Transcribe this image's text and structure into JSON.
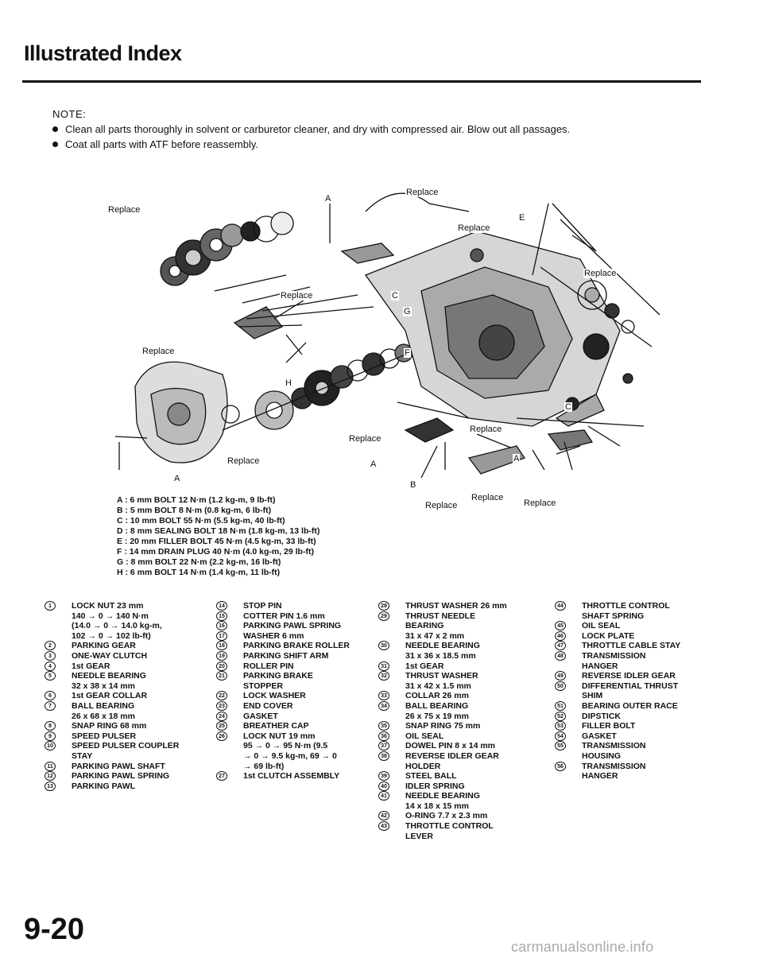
{
  "header": {
    "title": "Illustrated Index"
  },
  "note": {
    "heading": "NOTE:",
    "items": [
      "Clean all parts thoroughly in solvent or carburetor cleaner, and dry with compressed air. Blow out all passages.",
      "Coat all parts with ATF before reassembly."
    ]
  },
  "diagram": {
    "labels": {
      "replace_tl": "Replace",
      "replace_top": "Replace",
      "replace_mid": "Replace",
      "replace_15": "Replace",
      "replace_right": "Replace",
      "replace_left": "Replace",
      "replace_bl": "Replace",
      "replace_center": "Replace",
      "replace_42": "Replace",
      "replace_b1": "Replace",
      "replace_b2": "Replace",
      "replace_b3": "Replace",
      "letter_a_top": "A",
      "letter_a_left": "A",
      "letter_a_mid": "A",
      "letter_a_right": "A",
      "letter_b": "B",
      "letter_c1": "C",
      "letter_c2": "C",
      "letter_e": "E",
      "letter_f": "F",
      "letter_g": "G",
      "letter_h": "H"
    }
  },
  "bolts": [
    "A : 6 mm BOLT 12 N·m (1.2 kg-m, 9 lb-ft)",
    "B : 5 mm BOLT 8 N·m (0.8 kg-m, 6 lb-ft)",
    "C : 10 mm BOLT 55 N·m (5.5 kg-m, 40 lb-ft)",
    "D : 8 mm SEALING BOLT 18 N·m (1.8 kg-m, 13 lb-ft)",
    "E : 20 mm FILLER BOLT 45 N·m (4.5 kg-m, 33 lb-ft)",
    "F : 14 mm DRAIN PLUG 40 N·m (4.0 kg-m, 29 lb-ft)",
    "G : 8 mm BOLT 22 N·m (2.2 kg-m, 16 lb-ft)",
    "H : 6 mm BOLT 14 N·m (1.4 kg-m, 11 lb-ft)"
  ],
  "parts": {
    "col1": [
      {
        "n": "1",
        "t": "LOCK NUT 23 mm\n140 → 0 → 140 N·m\n(14.0 → 0 → 14.0 kg-m,\n102 → 0 → 102 lb-ft)"
      },
      {
        "n": "2",
        "t": "PARKING GEAR"
      },
      {
        "n": "3",
        "t": "ONE-WAY CLUTCH"
      },
      {
        "n": "4",
        "t": "1st GEAR"
      },
      {
        "n": "5",
        "t": "NEEDLE BEARING\n32 x 38 x 14 mm"
      },
      {
        "n": "6",
        "t": "1st GEAR COLLAR"
      },
      {
        "n": "7",
        "t": "BALL BEARING\n26 x 68 x 18 mm"
      },
      {
        "n": "8",
        "t": "SNAP RING 68 mm"
      },
      {
        "n": "9",
        "t": "SPEED PULSER"
      },
      {
        "n": "10",
        "t": "SPEED PULSER COUPLER\nSTAY"
      },
      {
        "n": "11",
        "t": "PARKING PAWL SHAFT"
      },
      {
        "n": "12",
        "t": "PARKING PAWL SPRING"
      },
      {
        "n": "13",
        "t": "PARKING PAWL"
      }
    ],
    "col2": [
      {
        "n": "14",
        "t": "STOP PIN"
      },
      {
        "n": "15",
        "t": "COTTER PIN 1.6 mm"
      },
      {
        "n": "16",
        "t": "PARKING PAWL SPRING"
      },
      {
        "n": "17",
        "t": "WASHER 6 mm"
      },
      {
        "n": "18",
        "t": "PARKING BRAKE ROLLER"
      },
      {
        "n": "19",
        "t": "PARKING SHIFT ARM"
      },
      {
        "n": "20",
        "t": "ROLLER PIN"
      },
      {
        "n": "21",
        "t": "PARKING BRAKE\nSTOPPER"
      },
      {
        "n": "22",
        "t": "LOCK WASHER"
      },
      {
        "n": "23",
        "t": "END COVER"
      },
      {
        "n": "24",
        "t": "GASKET"
      },
      {
        "n": "25",
        "t": "BREATHER CAP"
      },
      {
        "n": "26",
        "t": "LOCK NUT 19 mm\n95 → 0 → 95 N·m (9.5\n→ 0 → 9.5 kg-m, 69 → 0\n→ 69 lb-ft)"
      },
      {
        "n": "27",
        "t": "1st CLUTCH ASSEMBLY"
      }
    ],
    "col3": [
      {
        "n": "28",
        "t": "THRUST WASHER 26 mm"
      },
      {
        "n": "29",
        "t": "THRUST NEEDLE\nBEARING\n31 x 47 x 2 mm"
      },
      {
        "n": "30",
        "t": "NEEDLE BEARING\n31 x 36 x 18.5 mm"
      },
      {
        "n": "31",
        "t": "1st GEAR"
      },
      {
        "n": "32",
        "t": "THRUST WASHER\n31 x 42 x 1.5 mm"
      },
      {
        "n": "33",
        "t": "COLLAR 26 mm"
      },
      {
        "n": "34",
        "t": "BALL BEARING\n26 x 75 x 19 mm"
      },
      {
        "n": "35",
        "t": "SNAP RING 75 mm"
      },
      {
        "n": "36",
        "t": "OIL SEAL"
      },
      {
        "n": "37",
        "t": "DOWEL PIN 8 x 14 mm"
      },
      {
        "n": "38",
        "t": "REVERSE IDLER GEAR\nHOLDER"
      },
      {
        "n": "39",
        "t": "STEEL BALL"
      },
      {
        "n": "40",
        "t": "IDLER SPRING"
      },
      {
        "n": "41",
        "t": "NEEDLE BEARING\n14 x 18 x 15 mm"
      },
      {
        "n": "42",
        "t": "O-RING 7.7 x 2.3 mm"
      },
      {
        "n": "43",
        "t": "THROTTLE CONTROL\nLEVER"
      }
    ],
    "col4": [
      {
        "n": "44",
        "t": "THROTTLE CONTROL\nSHAFT SPRING"
      },
      {
        "n": "45",
        "t": "OIL SEAL"
      },
      {
        "n": "46",
        "t": "LOCK PLATE"
      },
      {
        "n": "47",
        "t": "THROTTLE CABLE STAY"
      },
      {
        "n": "48",
        "t": "TRANSMISSION\nHANGER"
      },
      {
        "n": "49",
        "t": "REVERSE IDLER GEAR"
      },
      {
        "n": "50",
        "t": "DIFFERENTIAL THRUST\nSHIM"
      },
      {
        "n": "51",
        "t": "BEARING OUTER RACE"
      },
      {
        "n": "52",
        "t": "DIPSTICK"
      },
      {
        "n": "53",
        "t": "FILLER BOLT"
      },
      {
        "n": "54",
        "t": "GASKET"
      },
      {
        "n": "55",
        "t": "TRANSMISSION\nHOUSING"
      },
      {
        "n": "56",
        "t": "TRANSMISSION\nHANGER"
      }
    ]
  },
  "footer": {
    "page_number": "9-20",
    "watermark": "carmanualsonline.info"
  }
}
